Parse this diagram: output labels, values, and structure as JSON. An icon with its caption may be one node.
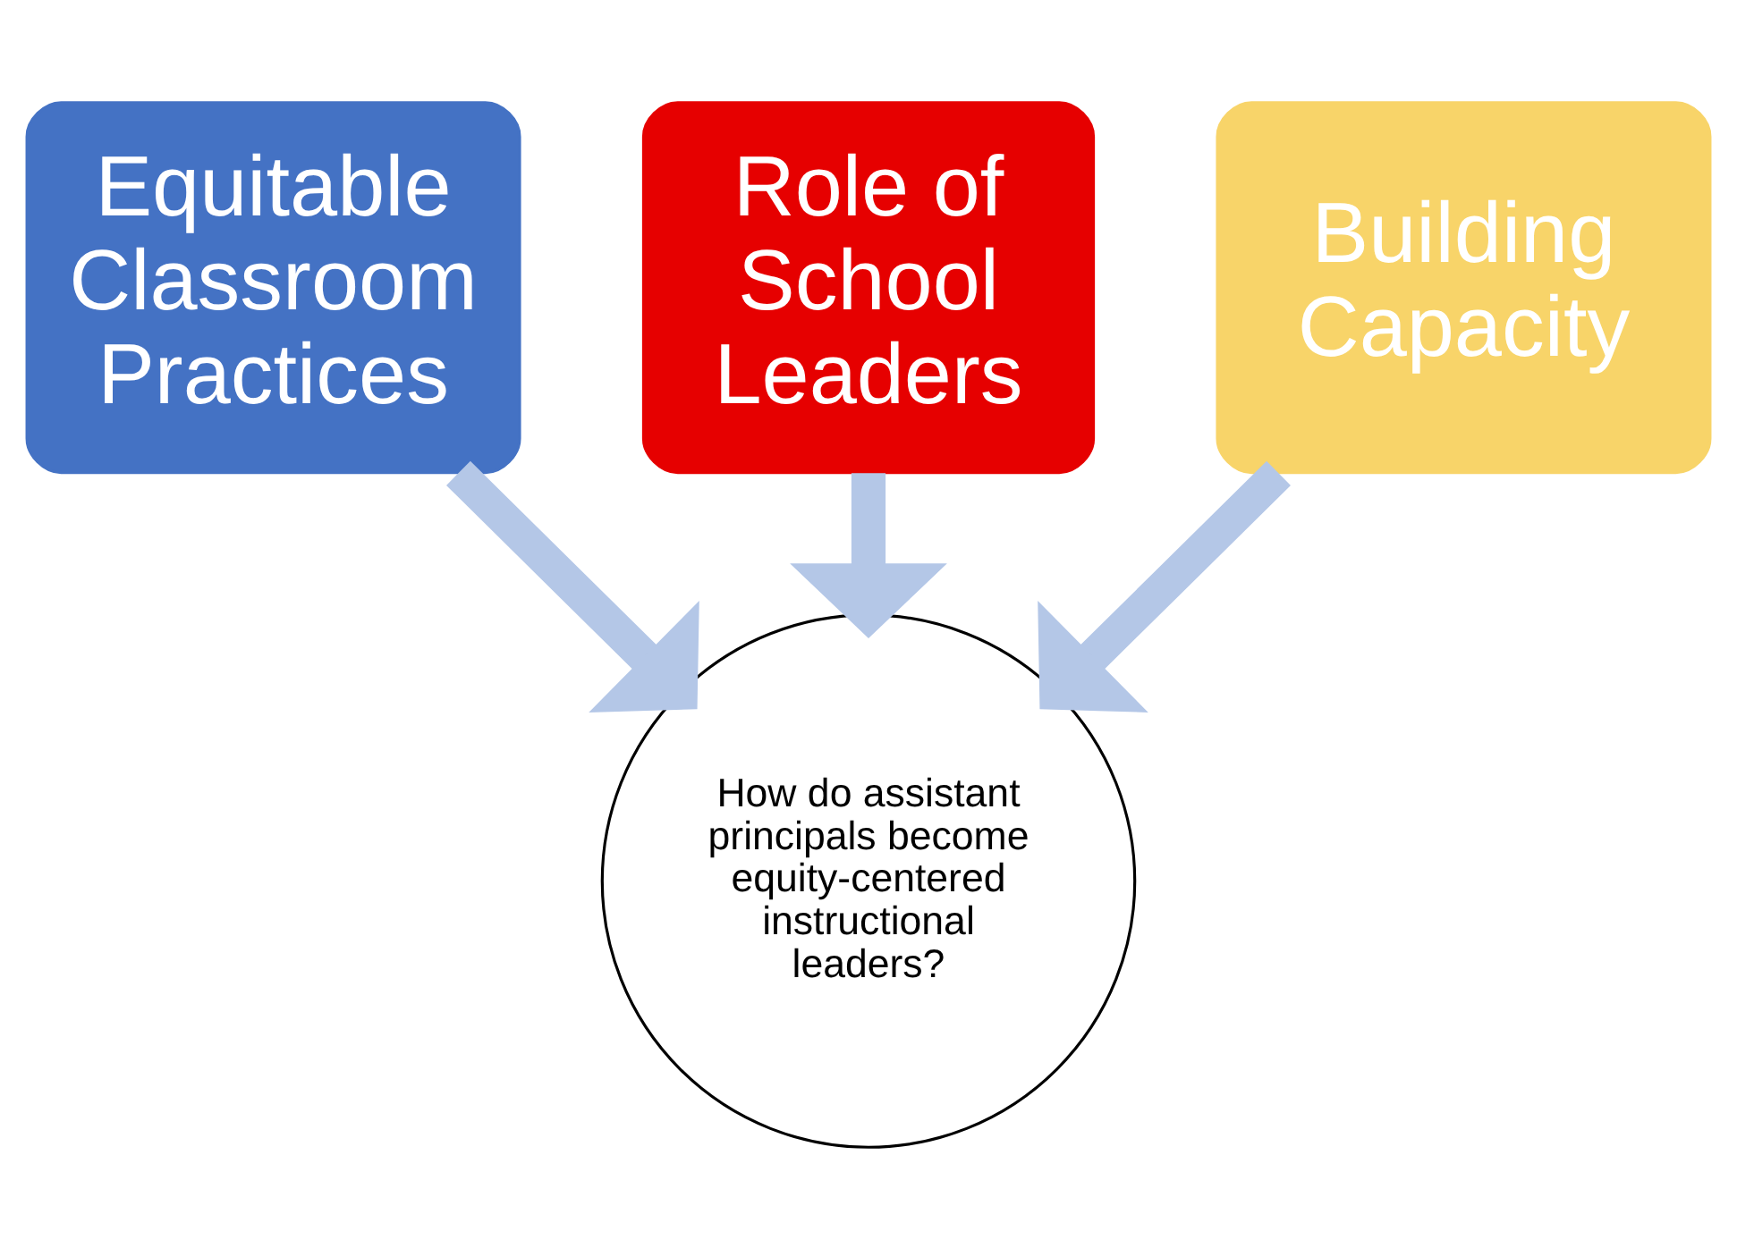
{
  "diagram": {
    "nodes": [
      {
        "text": [
          "Role of School Leaders"
        ]
      },
      {
        "text": [
          "Equitable Classroom Practices"
        ]
      },
      {
        "text": [
          "Building Capacity"
        ]
      },
      {
        "text": [
          "How do assistant principals become equity-centered instructional leaders?"
        ]
      }
    ],
    "edges": [
      {
        "from": 0,
        "to": 3,
        "arrow": "to"
      },
      {
        "from": 1,
        "to": 3,
        "arrow": "to"
      },
      {
        "from": 2,
        "to": 3,
        "arrow": "to"
      }
    ]
  }
}
